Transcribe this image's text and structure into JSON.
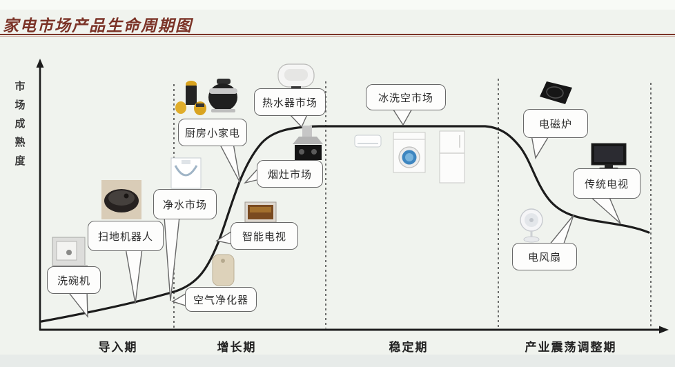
{
  "title": "家电市场产品生命周期图",
  "y_axis_label": "市场成熟度",
  "phases": [
    {
      "label": "导入期"
    },
    {
      "label": "增长期"
    },
    {
      "label": "稳定期"
    },
    {
      "label": "产业震荡调整期"
    }
  ],
  "callouts": [
    {
      "id": "dishwasher",
      "label": "洗碗机"
    },
    {
      "id": "robot-vacuum",
      "label": "扫地机器人"
    },
    {
      "id": "water-purifier-market",
      "label": "净水市场"
    },
    {
      "id": "kitchen-small-appliances",
      "label": "厨房小家电"
    },
    {
      "id": "air-purifier",
      "label": "空气净化器"
    },
    {
      "id": "smart-tv",
      "label": "智能电视"
    },
    {
      "id": "range-hood-market",
      "label": "烟灶市场"
    },
    {
      "id": "water-heater-market",
      "label": "热水器市场"
    },
    {
      "id": "fridge-washer-ac-market",
      "label": "冰洗空市场"
    },
    {
      "id": "induction-cooker",
      "label": "电磁炉"
    },
    {
      "id": "electric-fan",
      "label": "电风扇"
    },
    {
      "id": "traditional-tv",
      "label": "传统电视"
    }
  ],
  "icons": [
    "dishwasher-image",
    "robot-vacuum-image",
    "water-purifier-image",
    "blender-image",
    "pressure-cooker-image",
    "water-heater-image",
    "range-hood-image",
    "smart-tv-image",
    "air-purifier-image",
    "air-conditioner-image",
    "washing-machine-image",
    "refrigerator-image",
    "induction-cooker-image",
    "electric-fan-image",
    "traditional-tv-image"
  ],
  "colors": {
    "title": "#7b3327",
    "curve": "#1c1c1c",
    "callout_border": "#676767",
    "background": "#f0f3ee"
  },
  "curve": {
    "type": "product-lifecycle-s-curve",
    "shape": "rises through introduction and growth phases, plateaus in the stable phase, declines in the industry-shakeout phase"
  }
}
